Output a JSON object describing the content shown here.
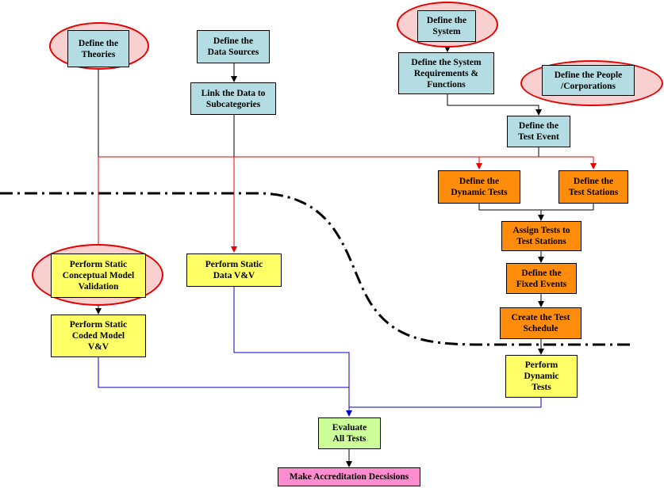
{
  "colors": {
    "definition": "#b4dde3",
    "dynamic": "#ff8c0a",
    "static": "#ffff66",
    "evaluate": "#ccff99",
    "decision": "#ff8ccf",
    "highlight": "#e60000",
    "flow_red": "#e60000",
    "flow_blue": "#0000cc"
  },
  "nodes": {
    "define_theories": "Define the\nTheories",
    "define_data_sources": "Define the\nData Sources",
    "link_data": "Link the Data to\nSubcategories",
    "define_system": "Define the\nSystem",
    "define_requirements": "Define the System\nRequirements &\nFunctions",
    "define_people": "Define the People\n/Corporations",
    "define_test_event": "Define the\nTest Event",
    "define_dynamic_tests": "Define the\nDynamic Tests",
    "define_test_stations": "Define the\nTest Stations",
    "assign_tests": "Assign Tests to\nTest Stations",
    "define_fixed_events": "Define the\nFixed Events",
    "create_schedule": "Create the Test\nSchedule",
    "perform_dynamic": "Perform\nDynamic\nTests",
    "static_conceptual": "Perform Static\nConceptual Model\nValidation",
    "static_data": "Perform Static\nData V&V",
    "static_coded": "Perform Static\nCoded Model\nV&V",
    "evaluate_all": "Evaluate\nAll Tests",
    "accreditation": "Make Accreditation Decsisions"
  }
}
